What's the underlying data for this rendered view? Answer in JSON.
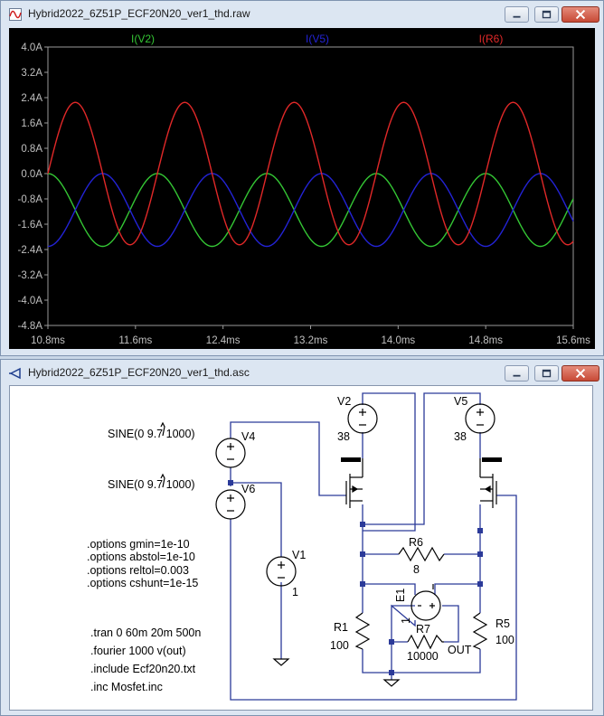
{
  "waveform_window": {
    "title": "Hybrid2022_6Z51P_ECF20N20_ver1_thd.raw"
  },
  "schematic_window": {
    "title": "Hybrid2022_6Z51P_ECF20N20_ver1_thd.asc"
  },
  "colors": {
    "plot_bg": "#000000",
    "trace_v2": "#34c634",
    "trace_v5": "#2323d6",
    "trace_r6": "#e02828",
    "axis_text": "#c0c0c0",
    "wire": "#2b3a99",
    "component": "#000000"
  },
  "chart_data": {
    "type": "line",
    "title": "",
    "xlabel": "",
    "ylabel": "",
    "xlim": [
      10.8,
      15.6
    ],
    "ylim": [
      -4.8,
      4.0
    ],
    "x_ticks": [
      "10.8ms",
      "11.6ms",
      "12.4ms",
      "13.2ms",
      "14.0ms",
      "14.8ms",
      "15.6ms"
    ],
    "y_ticks": [
      "4.0A",
      "3.2A",
      "2.4A",
      "1.6A",
      "0.8A",
      "0.0A",
      "-0.8A",
      "-1.6A",
      "-2.4A",
      "-3.2A",
      "-4.0A",
      "-4.8A"
    ],
    "series": [
      {
        "name": "I(V2)",
        "color": "#34c634",
        "offset": -1.15,
        "amplitude": 1.15,
        "frequency_khz": 1,
        "peak_ms": 10.8
      },
      {
        "name": "I(V5)",
        "color": "#2323d6",
        "offset": -1.15,
        "amplitude": 1.15,
        "frequency_khz": 1,
        "peak_ms": 11.3
      },
      {
        "name": "I(R6)",
        "color": "#e02828",
        "offset": 0.0,
        "amplitude": 2.25,
        "frequency_khz": 1,
        "peak_ms": 11.05
      }
    ]
  },
  "schematic": {
    "sources": {
      "v4_label": "V4",
      "v4_value": "SINE(0 9.7 1000)",
      "v6_label": "V6",
      "v6_value": "SINE(0 9.7 1000)",
      "v1_label": "V1",
      "v1_value": "1",
      "v2_label": "V2",
      "v2_value": "38",
      "v5_label": "V5",
      "v5_value": "38",
      "e1_label": "E1",
      "e1_value": "1"
    },
    "resistors": {
      "r6_label": "R6",
      "r6_value": "8",
      "r1_label": "R1",
      "r1_value": "100",
      "r5_label": "R5",
      "r5_value": "100",
      "r7_label": "R7",
      "r7_value": "10000"
    },
    "net_label_out": "OUT",
    "options": [
      ".options gmin=1e-10",
      ".options abstol=1e-10",
      ".options reltol=0.003",
      ".options cshunt=1e-15"
    ],
    "directives": [
      ".tran 0 60m 20m 500n",
      ".fourier 1000 v(out)",
      ".include Ecf20n20.txt",
      ".inc Mosfet.inc"
    ]
  }
}
